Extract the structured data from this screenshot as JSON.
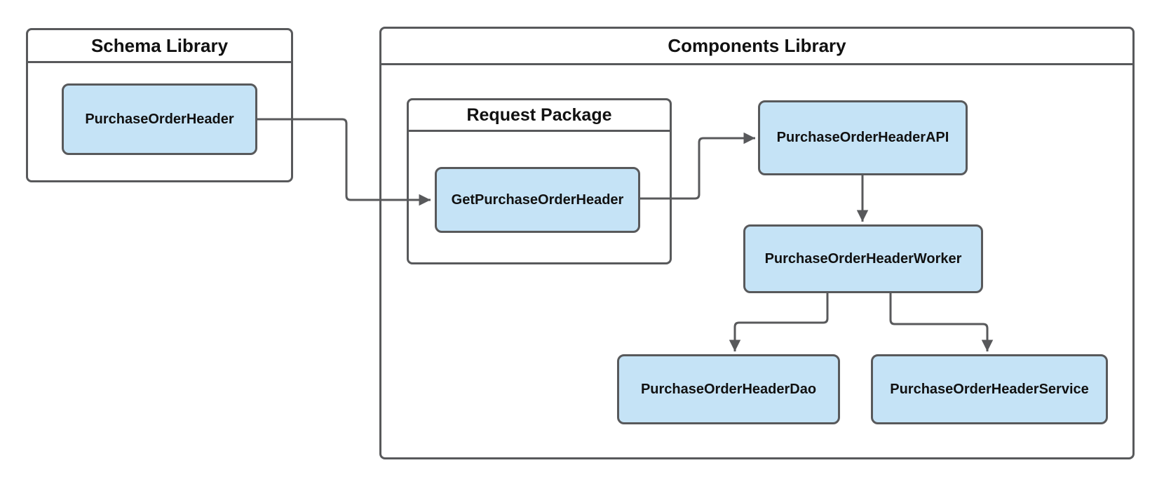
{
  "diagram": {
    "containers": {
      "schema_library": {
        "title": "Schema Library"
      },
      "components_library": {
        "title": "Components Library"
      },
      "request_package": {
        "title": "Request Package"
      }
    },
    "nodes": {
      "purchase_order_header": {
        "label": "PurchaseOrderHeader"
      },
      "get_purchase_order_header": {
        "label": "GetPurchaseOrderHeader"
      },
      "purchase_order_header_api": {
        "label": "PurchaseOrderHeaderAPI"
      },
      "purchase_order_header_worker": {
        "label": "PurchaseOrderHeaderWorker"
      },
      "purchase_order_header_dao": {
        "label": "PurchaseOrderHeaderDao"
      },
      "purchase_order_header_service": {
        "label": "PurchaseOrderHeaderService"
      }
    },
    "edges": [
      {
        "from": "PurchaseOrderHeader",
        "to": "GetPurchaseOrderHeader"
      },
      {
        "from": "GetPurchaseOrderHeader",
        "to": "PurchaseOrderHeaderAPI"
      },
      {
        "from": "PurchaseOrderHeaderAPI",
        "to": "PurchaseOrderHeaderWorker"
      },
      {
        "from": "PurchaseOrderHeaderWorker",
        "to": "PurchaseOrderHeaderDao"
      },
      {
        "from": "PurchaseOrderHeaderWorker",
        "to": "PurchaseOrderHeaderService"
      }
    ],
    "colors": {
      "stroke": "#58595B",
      "node_fill": "#C5E3F6",
      "text": "#111111",
      "background": "#FFFFFF"
    }
  }
}
